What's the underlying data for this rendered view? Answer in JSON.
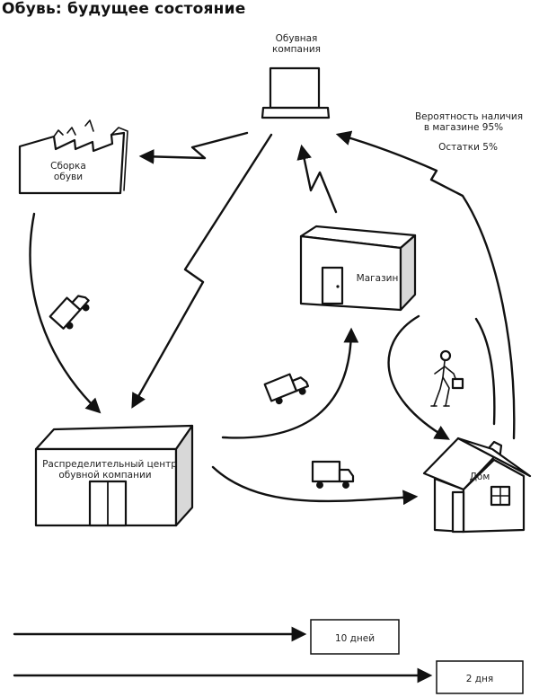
{
  "title": "Обувь: будущее состояние",
  "nodes": {
    "company": {
      "line1": "Обувная",
      "line2": "компания"
    },
    "factory": {
      "line1": "Сборка",
      "line2": "обуви"
    },
    "store": {
      "label": "Магазин"
    },
    "dc": {
      "line1": "Распределительный центр",
      "line2": "обувной компании"
    },
    "home": {
      "label": "Дом"
    }
  },
  "annotation": {
    "line1": "Вероятность наличия",
    "line2": "в магазине 95%",
    "line3": "Остатки 5%"
  },
  "timeline": {
    "row1": "10 дней",
    "row2": "2 дня"
  },
  "icons": {
    "company": "computer-terminal-icon",
    "factory": "factory-icon",
    "store": "store-building-icon",
    "dc": "warehouse-icon",
    "home": "house-icon",
    "truck": "truck-icon",
    "person": "walking-person-with-bag-icon",
    "signal": "lightning-signal-arrow-icon"
  }
}
